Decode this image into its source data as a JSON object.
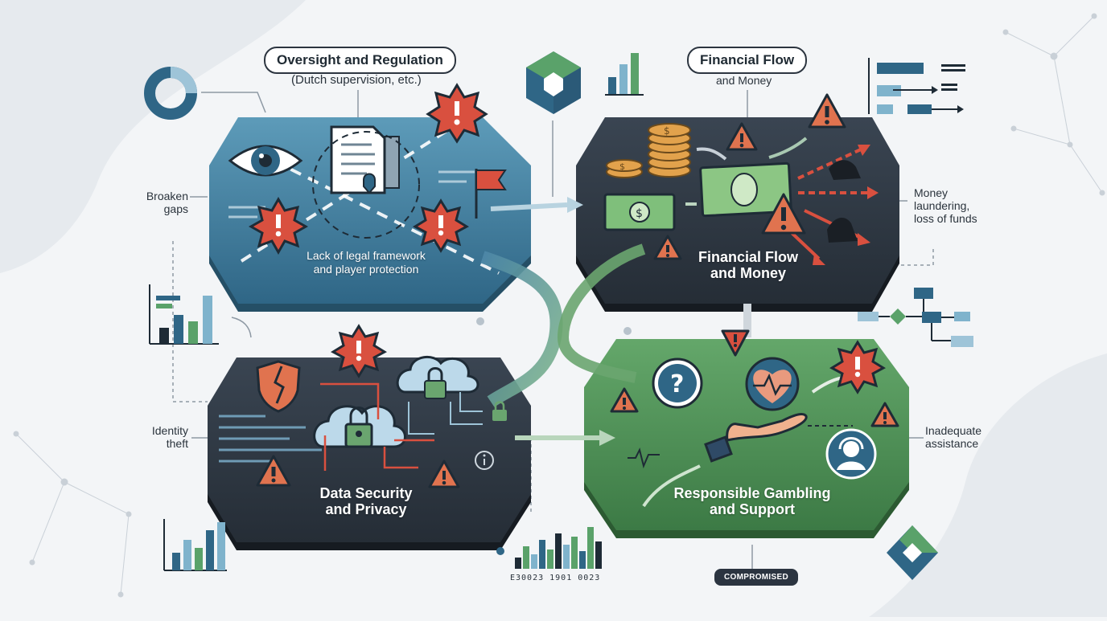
{
  "header_labels": {
    "oversight": "Oversight and Regulation",
    "oversight_sub": "(Dutch supervision, etc.)",
    "financial": "Financial Flow",
    "financial_sub": "and Money"
  },
  "panels": {
    "oversight": {
      "caption_line1": "Lack of legal framework",
      "caption_line2": "and player protection",
      "color": "#3f7c9c"
    },
    "financial": {
      "title_line1": "Financial Flow",
      "title_line2": "and Money",
      "color": "#2d3640"
    },
    "security": {
      "title_line1": "Data Security",
      "title_line2": "and Privacy",
      "color": "#2f3944"
    },
    "gambling": {
      "title_line1": "Responsible Gambling",
      "title_line2": "and Support",
      "color": "#4e8f55"
    }
  },
  "side_notes": {
    "left_top_line1": "Broaken",
    "left_top_line2": "gaps",
    "left_bottom_line1": "Identity",
    "left_bottom_line2": "theft",
    "right_top_line1": "Money",
    "right_top_line2": "laundering,",
    "right_top_line3": "loss of funds",
    "right_bottom_line1": "Inadequate",
    "right_bottom_line2": "assistance"
  },
  "footer": {
    "badge": "COMPROMISED",
    "tick_labels": "E30023  1901  0023"
  },
  "colors": {
    "accent_blue": "#3f7c9c",
    "dark": "#2d3640",
    "green": "#4e8f55",
    "warning_red": "#d9503f",
    "warning_orange": "#e0734f"
  },
  "icons": [
    "eye-icon",
    "document-icon",
    "flag-icon",
    "coin-stack-icon",
    "banknote-icon",
    "shield-broken-icon",
    "cloud-lock-icon",
    "padlock-icon",
    "question-icon",
    "heart-monitor-icon",
    "helping-hand-icon",
    "support-agent-icon",
    "warning-icon",
    "alert-burst-icon",
    "donut-chart-icon",
    "bar-chart-icon",
    "flowchart-icon",
    "cube-icon"
  ]
}
